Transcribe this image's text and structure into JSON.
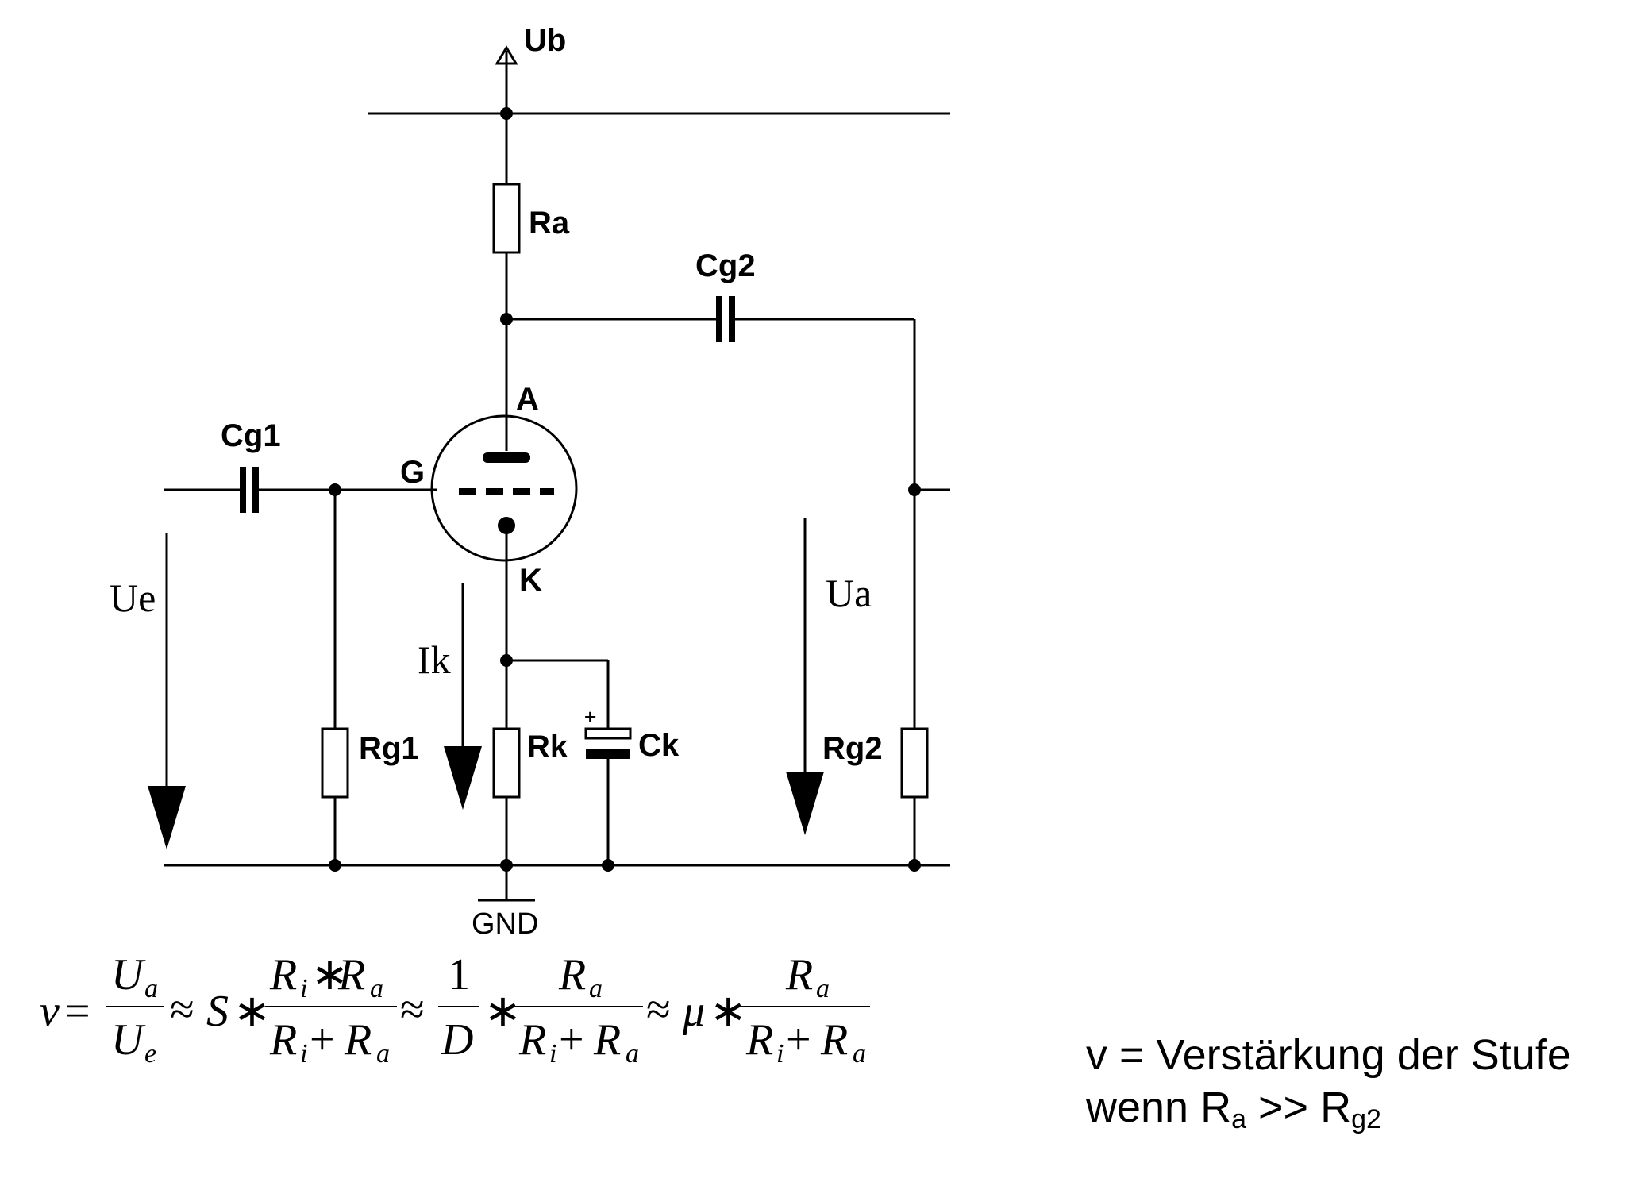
{
  "labels": {
    "supply": "Ub",
    "ra": "Ra",
    "cg2": "Cg2",
    "anode": "A",
    "cg1": "Cg1",
    "grid": "G",
    "cathode": "K",
    "ue": "Ue",
    "ik": "Ik",
    "rg1": "Rg1",
    "rk": "Rk",
    "ck": "Ck",
    "ck_plus": "+",
    "ua": "Ua",
    "rg2": "Rg2",
    "gnd": "GND"
  },
  "formula": {
    "v": "v",
    "eq": "=",
    "approx": "≈",
    "times": "∗",
    "plus": "+",
    "U": "U",
    "a": "a",
    "e": "e",
    "S": "S",
    "R": "R",
    "i": "i",
    "one": "1",
    "D": "D",
    "mu": "μ"
  },
  "note": {
    "line1": "v = Verstärkung der Stufe",
    "line2_prefix": "wenn R",
    "line2_sub1": "a",
    "line2_mid": " >> R",
    "line2_sub2": "g2"
  }
}
